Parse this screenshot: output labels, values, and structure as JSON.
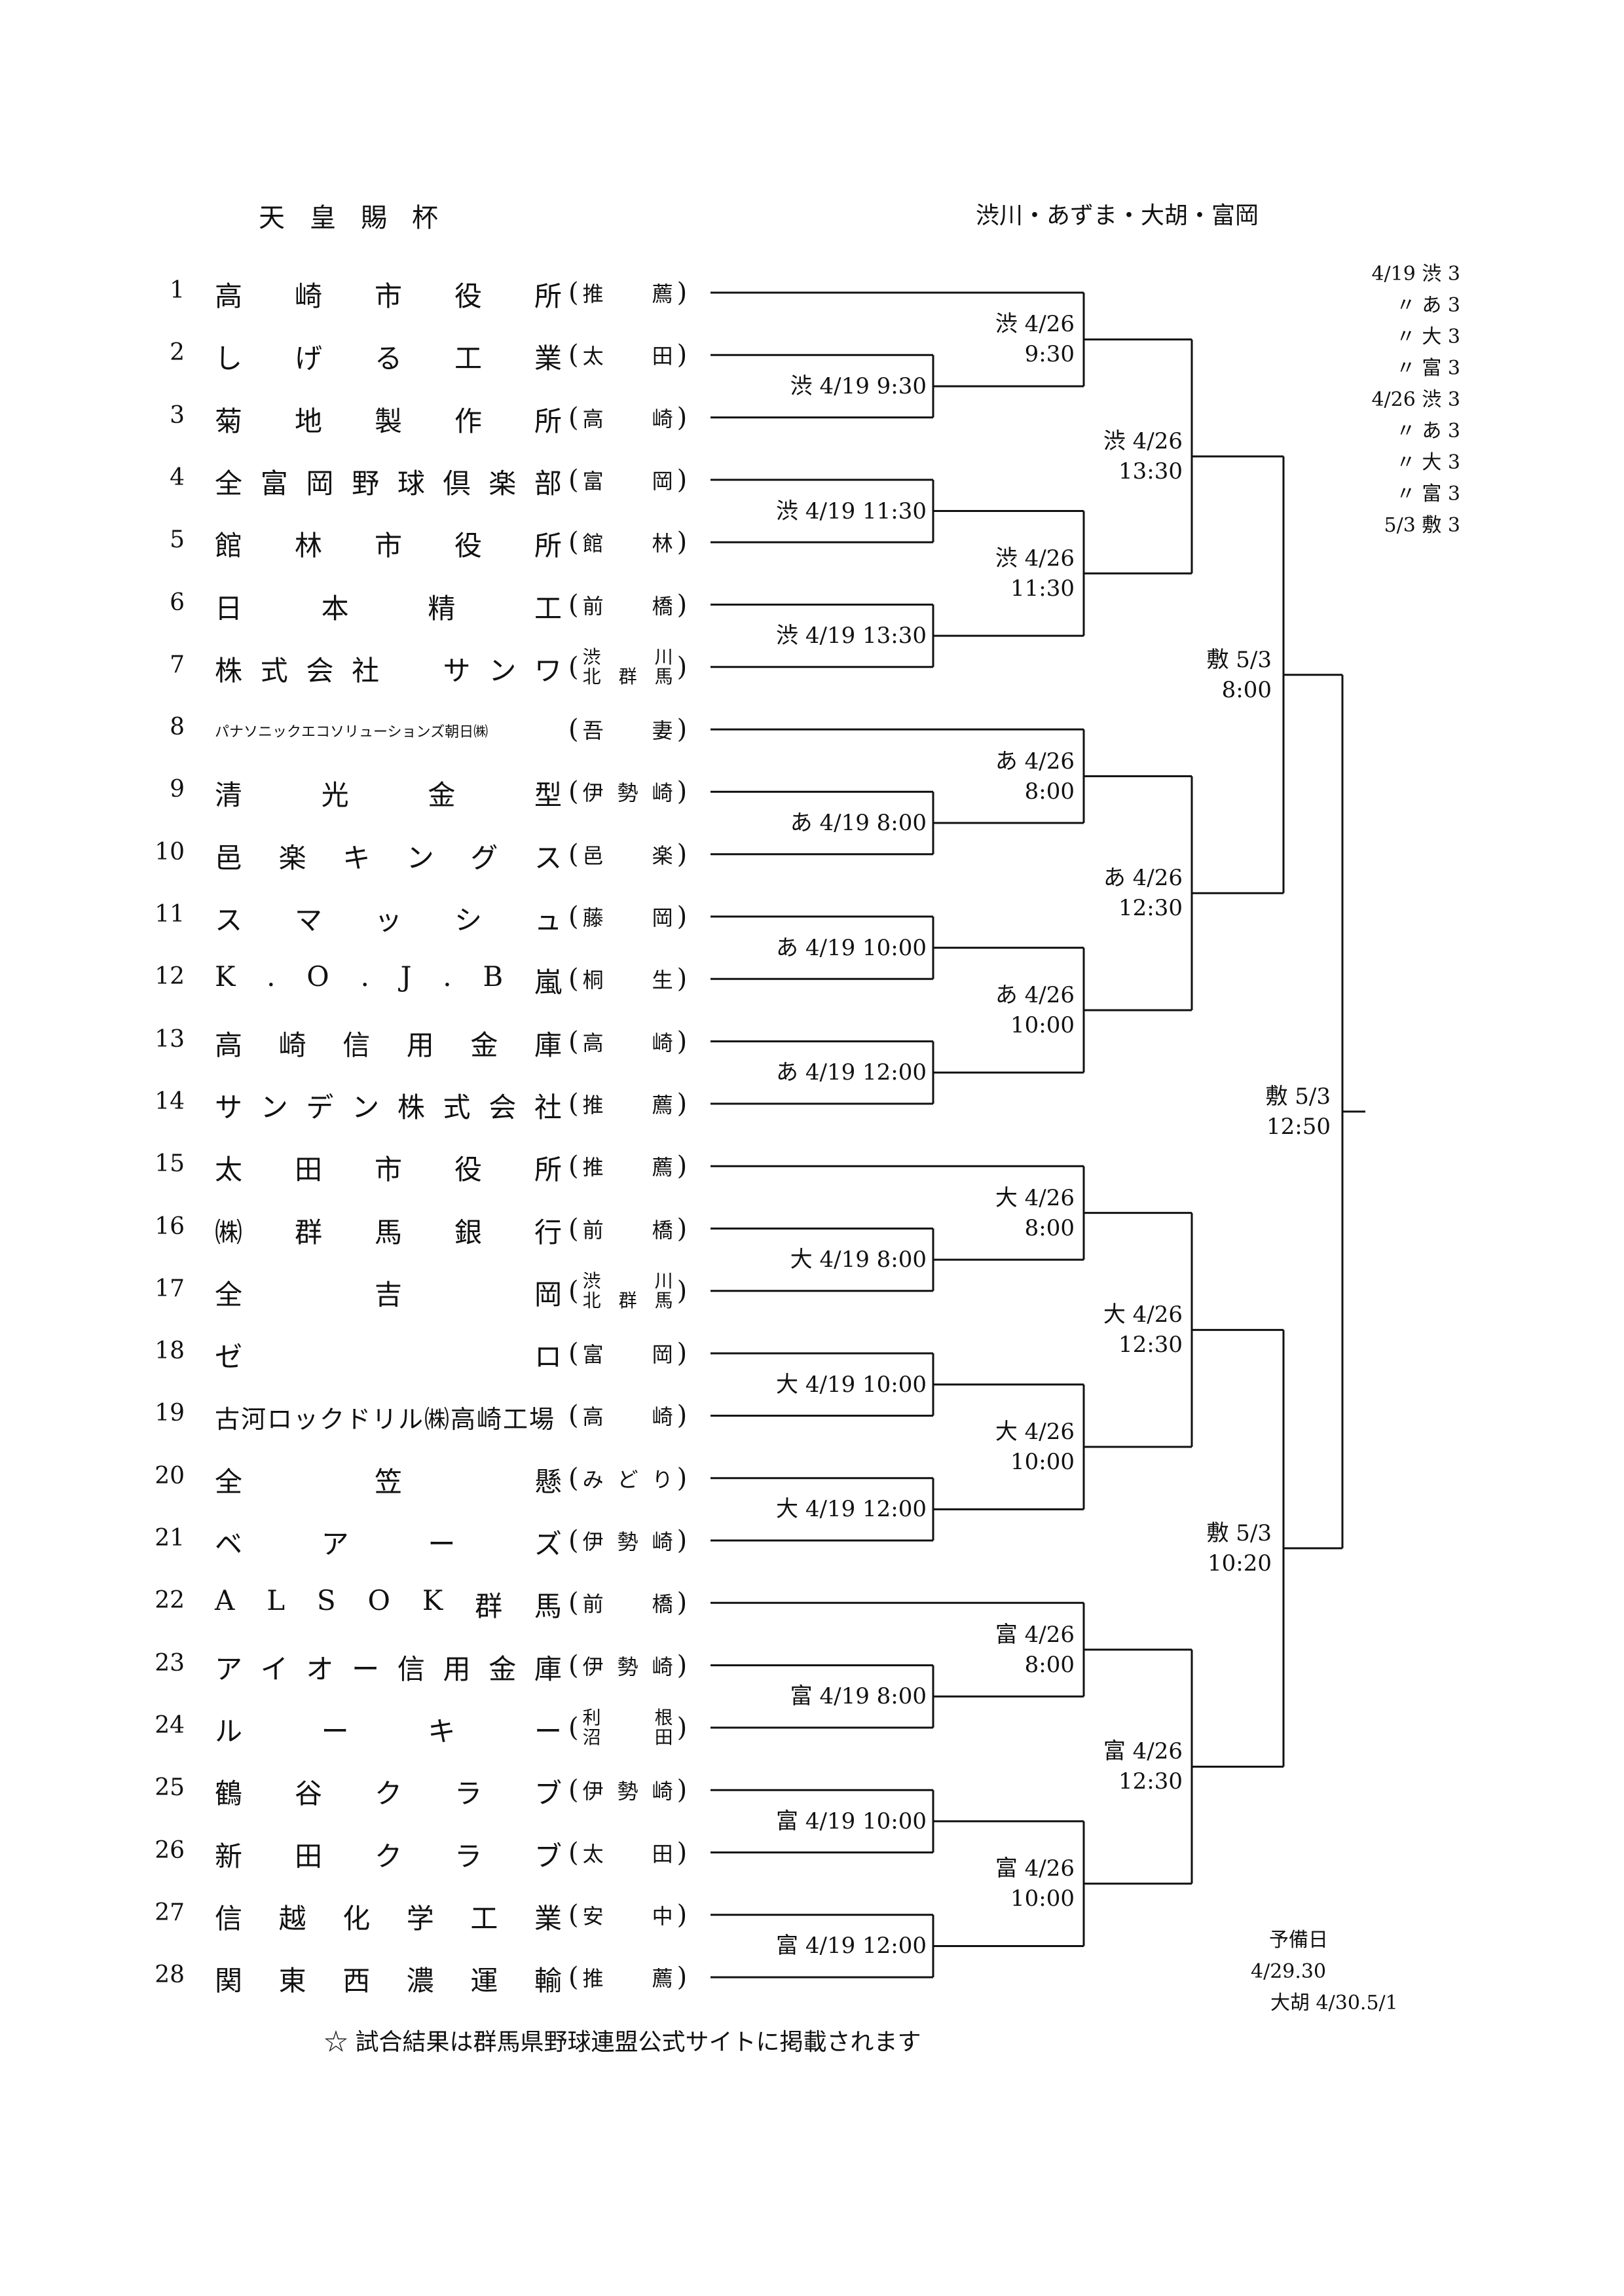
{
  "header": {
    "title": "天皇賜杯",
    "venues": "渋川・あずま・大胡・富岡"
  },
  "teams": [
    {
      "no": "1",
      "name": "高崎市役所",
      "pref": "推薦"
    },
    {
      "no": "2",
      "name": "しげる工業",
      "pref": "太田"
    },
    {
      "no": "3",
      "name": "菊地製作所",
      "pref": "高崎"
    },
    {
      "no": "4",
      "name": "全富岡野球倶楽部",
      "pref": "富岡"
    },
    {
      "no": "5",
      "name": "館林市役所",
      "pref": "館林"
    },
    {
      "no": "6",
      "name": "日本精工",
      "pref": "前橋"
    },
    {
      "no": "7",
      "name": "株式会社　サンワ",
      "pref": "渋川",
      "pref2": "北群馬"
    },
    {
      "no": "8",
      "name": "パナソニックエコソリューションズ朝日㈱",
      "pref": "吾妻"
    },
    {
      "no": "9",
      "name": "清光金型",
      "pref": "伊勢崎"
    },
    {
      "no": "10",
      "name": "邑楽キングス",
      "pref": "邑楽"
    },
    {
      "no": "11",
      "name": "スマッシュ",
      "pref": "藤岡"
    },
    {
      "no": "12",
      "name": "K.O.J.B嵐",
      "pref": "桐生"
    },
    {
      "no": "13",
      "name": "高崎信用金庫",
      "pref": "高崎"
    },
    {
      "no": "14",
      "name": "サンデン株式会社",
      "pref": "推薦"
    },
    {
      "no": "15",
      "name": "太田市役所",
      "pref": "推薦"
    },
    {
      "no": "16",
      "name": "㈱群馬銀行",
      "pref": "前橋"
    },
    {
      "no": "17",
      "name": "全吉岡",
      "pref": "渋川",
      "pref2": "北群馬"
    },
    {
      "no": "18",
      "name": "ゼロ",
      "pref": "富岡"
    },
    {
      "no": "19",
      "name": "古河ロックドリル㈱高崎工場",
      "pref": "高崎"
    },
    {
      "no": "20",
      "name": "全笠懸",
      "pref": "みどり"
    },
    {
      "no": "21",
      "name": "ベアーズ",
      "pref": "伊勢崎"
    },
    {
      "no": "22",
      "name": "ALSOK群馬",
      "pref": "前橋"
    },
    {
      "no": "23",
      "name": "アイオー信用金庫",
      "pref": "伊勢崎"
    },
    {
      "no": "24",
      "name": "ルーキー",
      "pref": "利根",
      "pref2": "沼田"
    },
    {
      "no": "25",
      "name": "鶴谷クラブ",
      "pref": "伊勢崎"
    },
    {
      "no": "26",
      "name": "新田クラブ",
      "pref": "太田"
    },
    {
      "no": "27",
      "name": "信越化学工業",
      "pref": "安中"
    },
    {
      "no": "28",
      "name": "関東西濃運輸",
      "pref": "推薦"
    }
  ],
  "r1": [
    "渋 4/19  9:30",
    "渋 4/19 11:30",
    "渋 4/19 13:30",
    "あ 4/19  8:00",
    "あ 4/19 10:00",
    "あ 4/19 12:00",
    "大 4/19  8:00",
    "大 4/19 10:00",
    "大 4/19 12:00",
    "富 4/19  8:00",
    "富 4/19 10:00",
    "富 4/19 12:00"
  ],
  "r2": [
    [
      "渋 4/26",
      "9:30"
    ],
    [
      "渋 4/26",
      "11:30"
    ],
    [
      "あ 4/26",
      "8:00"
    ],
    [
      "あ 4/26",
      "10:00"
    ],
    [
      "大 4/26",
      "8:00"
    ],
    [
      "大 4/26",
      "10:00"
    ],
    [
      "富 4/26",
      "8:00"
    ],
    [
      "富 4/26",
      "10:00"
    ]
  ],
  "r3": [
    [
      "渋 4/26",
      "13:30"
    ],
    [
      "あ 4/26",
      "12:30"
    ],
    [
      "大 4/26",
      "12:30"
    ],
    [
      "富 4/26",
      "12:30"
    ]
  ],
  "sf": [
    [
      "敷 5/3",
      "8:00"
    ],
    [
      "敷 5/3",
      "10:20"
    ]
  ],
  "final": [
    "敷 5/3",
    "12:50"
  ],
  "legend": [
    "4/19 渋 3",
    "〃 あ 3",
    "〃 大 3",
    "〃 富 3",
    "4/26 渋 3",
    "〃 あ 3",
    "〃 大 3",
    "〃 富 3",
    "5/3 敷 3"
  ],
  "spare": {
    "label": "予備日",
    "dates": "4/29.30",
    "ogo": "大胡 4/30.5/1"
  },
  "note": "☆ 試合結果は群馬県野球連盟公式サイトに掲載されます"
}
